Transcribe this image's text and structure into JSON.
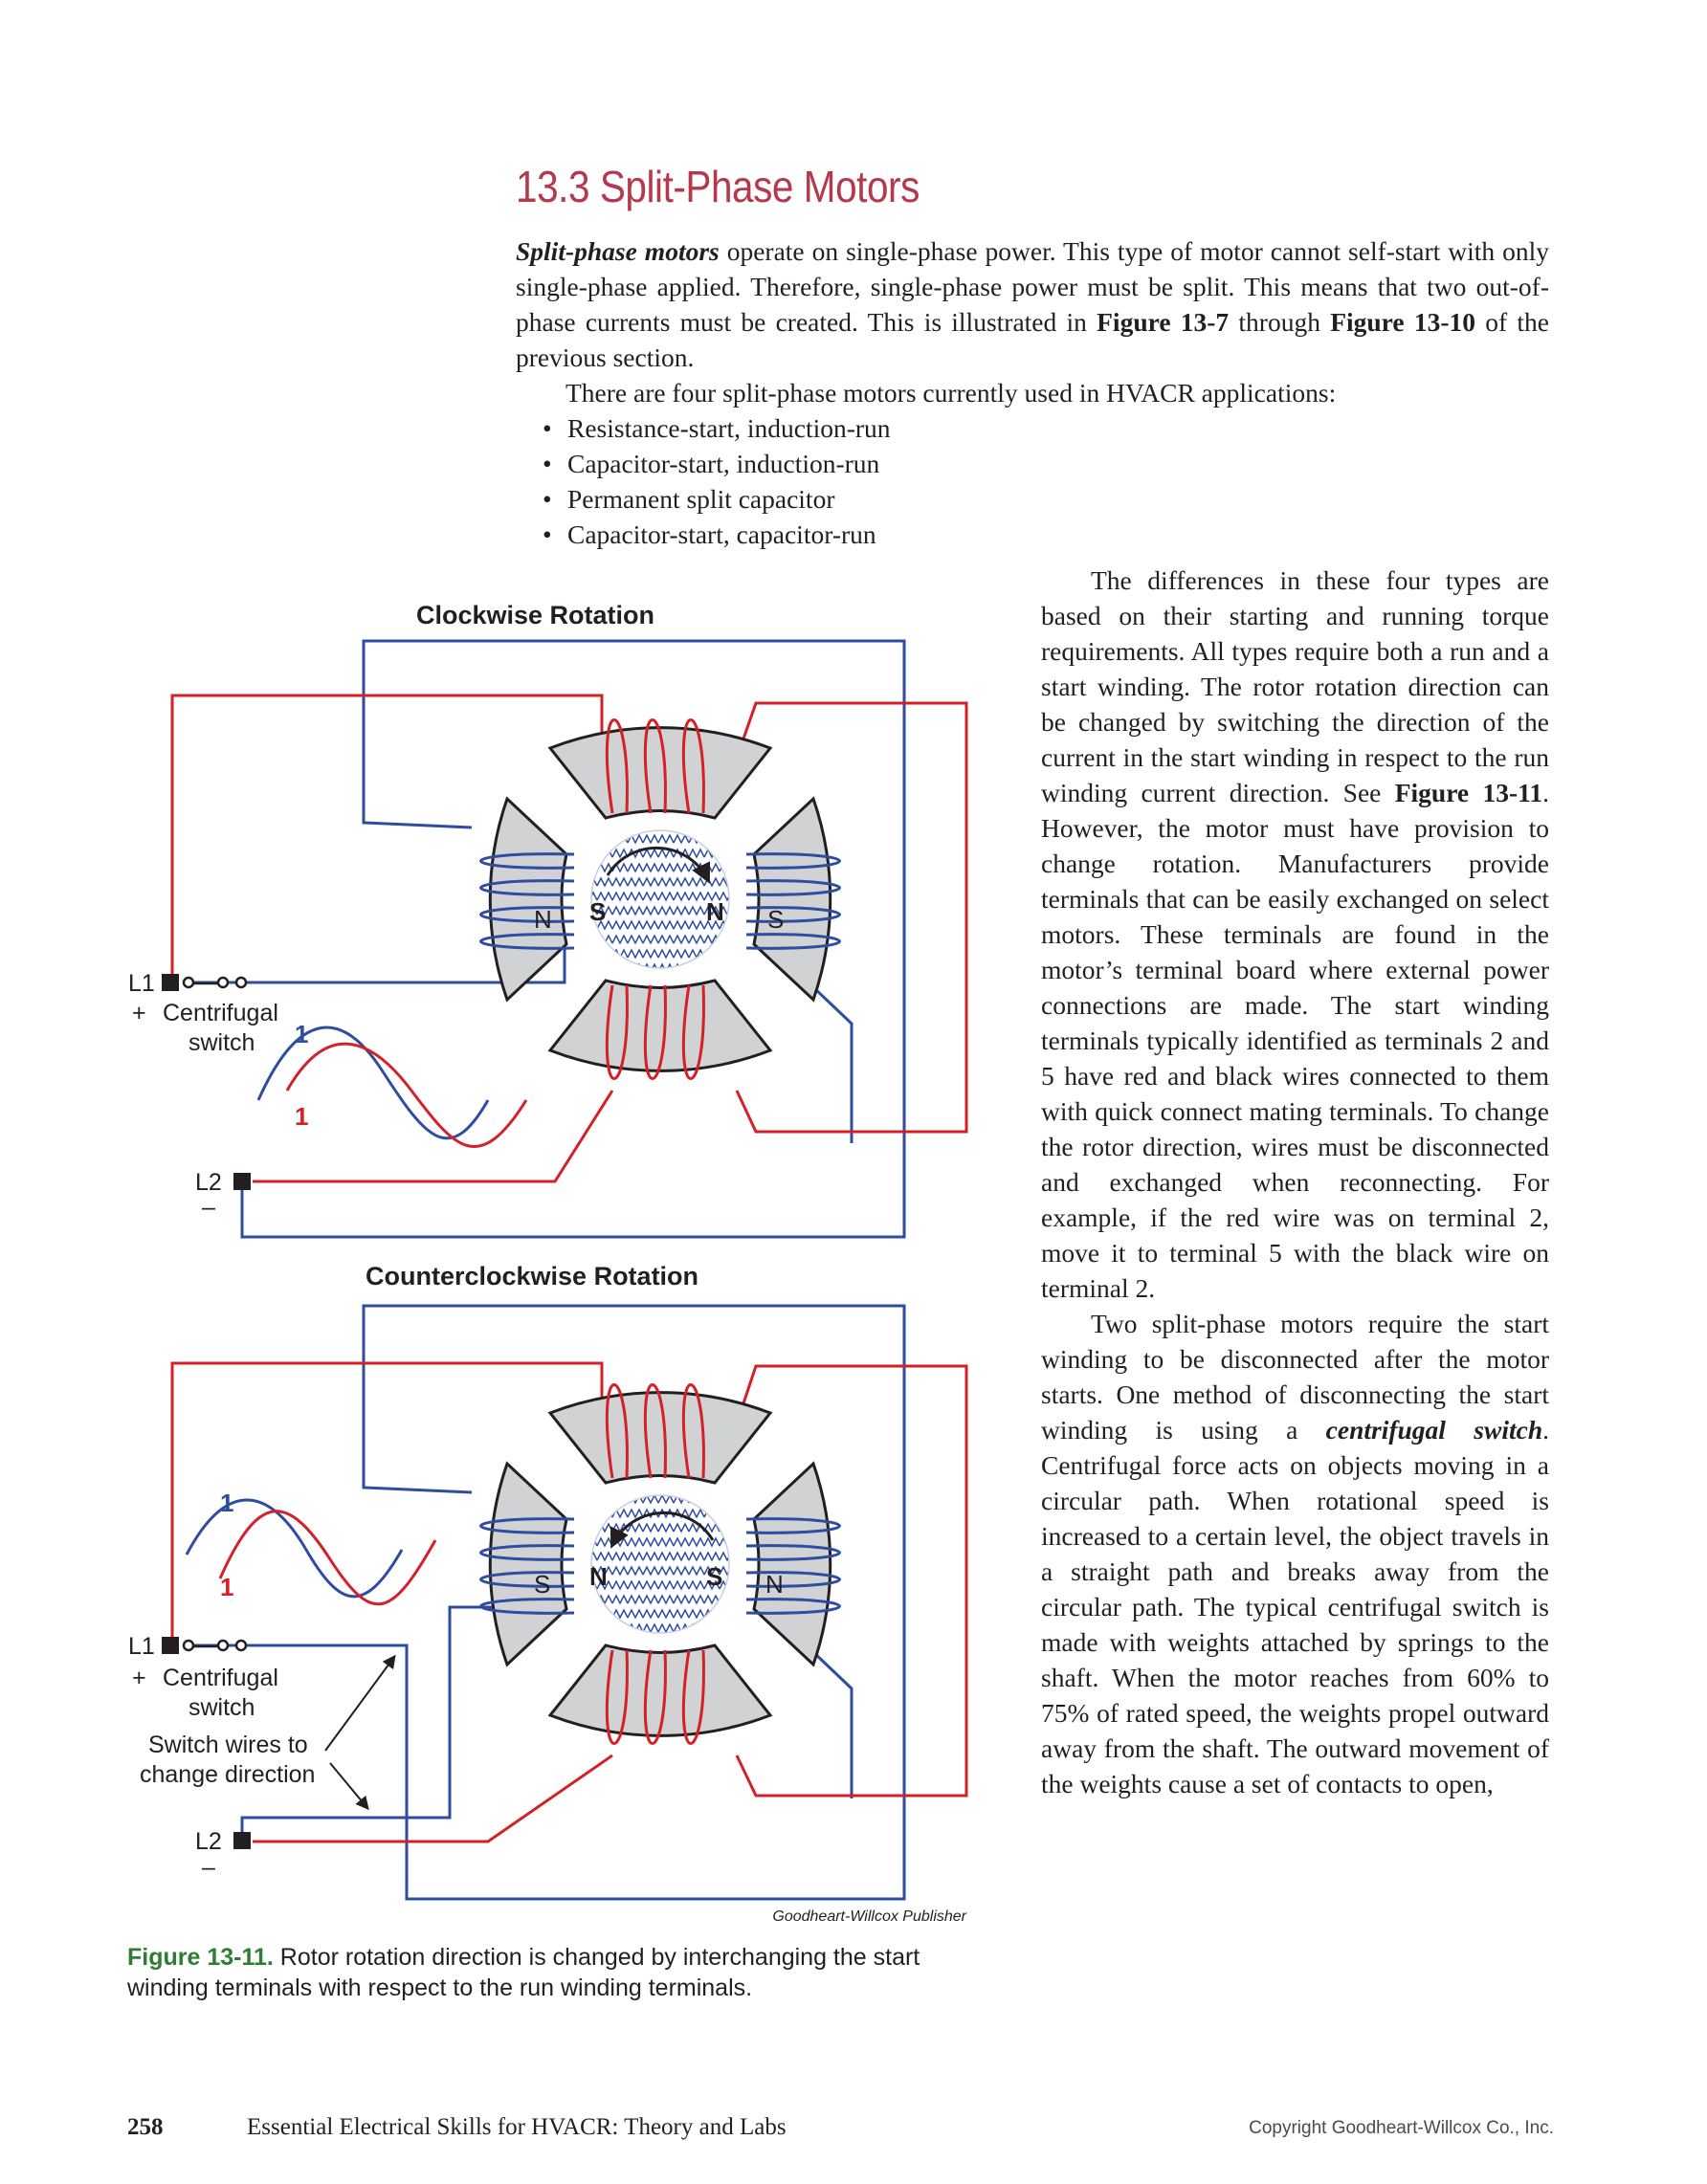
{
  "section": {
    "title": "13.3 Split-Phase Motors",
    "intro": {
      "term": "Split-phase motors",
      "text1": " operate on single-phase power. This type of motor cannot self-start with only single-phase applied. Therefore, single-phase power must be split. This means that two out-of-phase currents must be created. This is illustrated in ",
      "ref1": "Figure 13-7",
      "text2": " through ",
      "ref2": "Figure 13-10",
      "text3": " of the previous section."
    },
    "list_intro": "There are four split-phase motors currently used in HVACR applications:",
    "list_items": [
      "Resistance-start, induction-run",
      "Capacitor-start, induction-run",
      "Permanent split capacitor",
      "Capacitor-start, capacitor-run"
    ]
  },
  "right_column": {
    "p1_a": "The differences in these four types are based on their starting and running torque requirements. All types require both a run and a start winding. The rotor rotation direction can be changed by switching the direction of the current in the start winding in respect to the run winding current direction. See ",
    "p1_ref": "Figure 13-11",
    "p1_b": ". However, the motor must have provision to change rotation. Manufacturers provide terminals that can be easily exchanged on select motors. These terminals are found in the motor’s terminal board where external power connections are made. The start winding terminals typically identified as terminals 2 and 5 have red and black wires connected to them with quick connect mating terminals. To change the rotor direction, wires must be disconnected and exchanged when reconnecting. For example, if the red wire was on terminal 2, move it to terminal 5 with the black wire on terminal 2.",
    "p2_a": "Two split-phase motors require the start winding to be disconnected after the motor starts. One method of disconnecting the start winding is using a ",
    "p2_term": "centrifugal switch",
    "p2_b": ". Centrifugal force acts on objects moving in a circular path. When rotational speed is increased to a certain level, the object travels in a straight path and breaks away from the circular path. The typical centrifugal switch is made with weights attached by springs to the shaft. When the motor reaches from 60% to 75% of rated speed, the weights propel outward away from the shaft. The outward movement of the weights cause a set of contacts to open,"
  },
  "figure": {
    "top_title": "Clockwise Rotation",
    "bottom_title": "Counterclockwise Rotation",
    "l1": "L1",
    "l2": "L2",
    "plus": "+",
    "minus": "–",
    "switch_line1": "Centrifugal",
    "switch_line2": "switch",
    "wave_label": "1",
    "pole_n": "N",
    "pole_s": "S",
    "note_line1": "Switch wires to",
    "note_line2": "change direction",
    "credit": "Goodheart-Willcox Publisher",
    "colors": {
      "run_wire": "#2e4da0",
      "start_wire": "#d42027",
      "pole": "#d1d2d4",
      "title": "#b5384d",
      "caption_label": "#2e7d32"
    }
  },
  "caption": {
    "label": "Figure 13-11.",
    "text": " Rotor rotation direction is changed by interchanging the start winding terminals with respect to the run winding terminals."
  },
  "footer": {
    "page_number": "258",
    "book_title": "Essential Electrical Skills for HVACR: Theory and Labs",
    "copyright": "Copyright Goodheart-Willcox Co., Inc."
  }
}
